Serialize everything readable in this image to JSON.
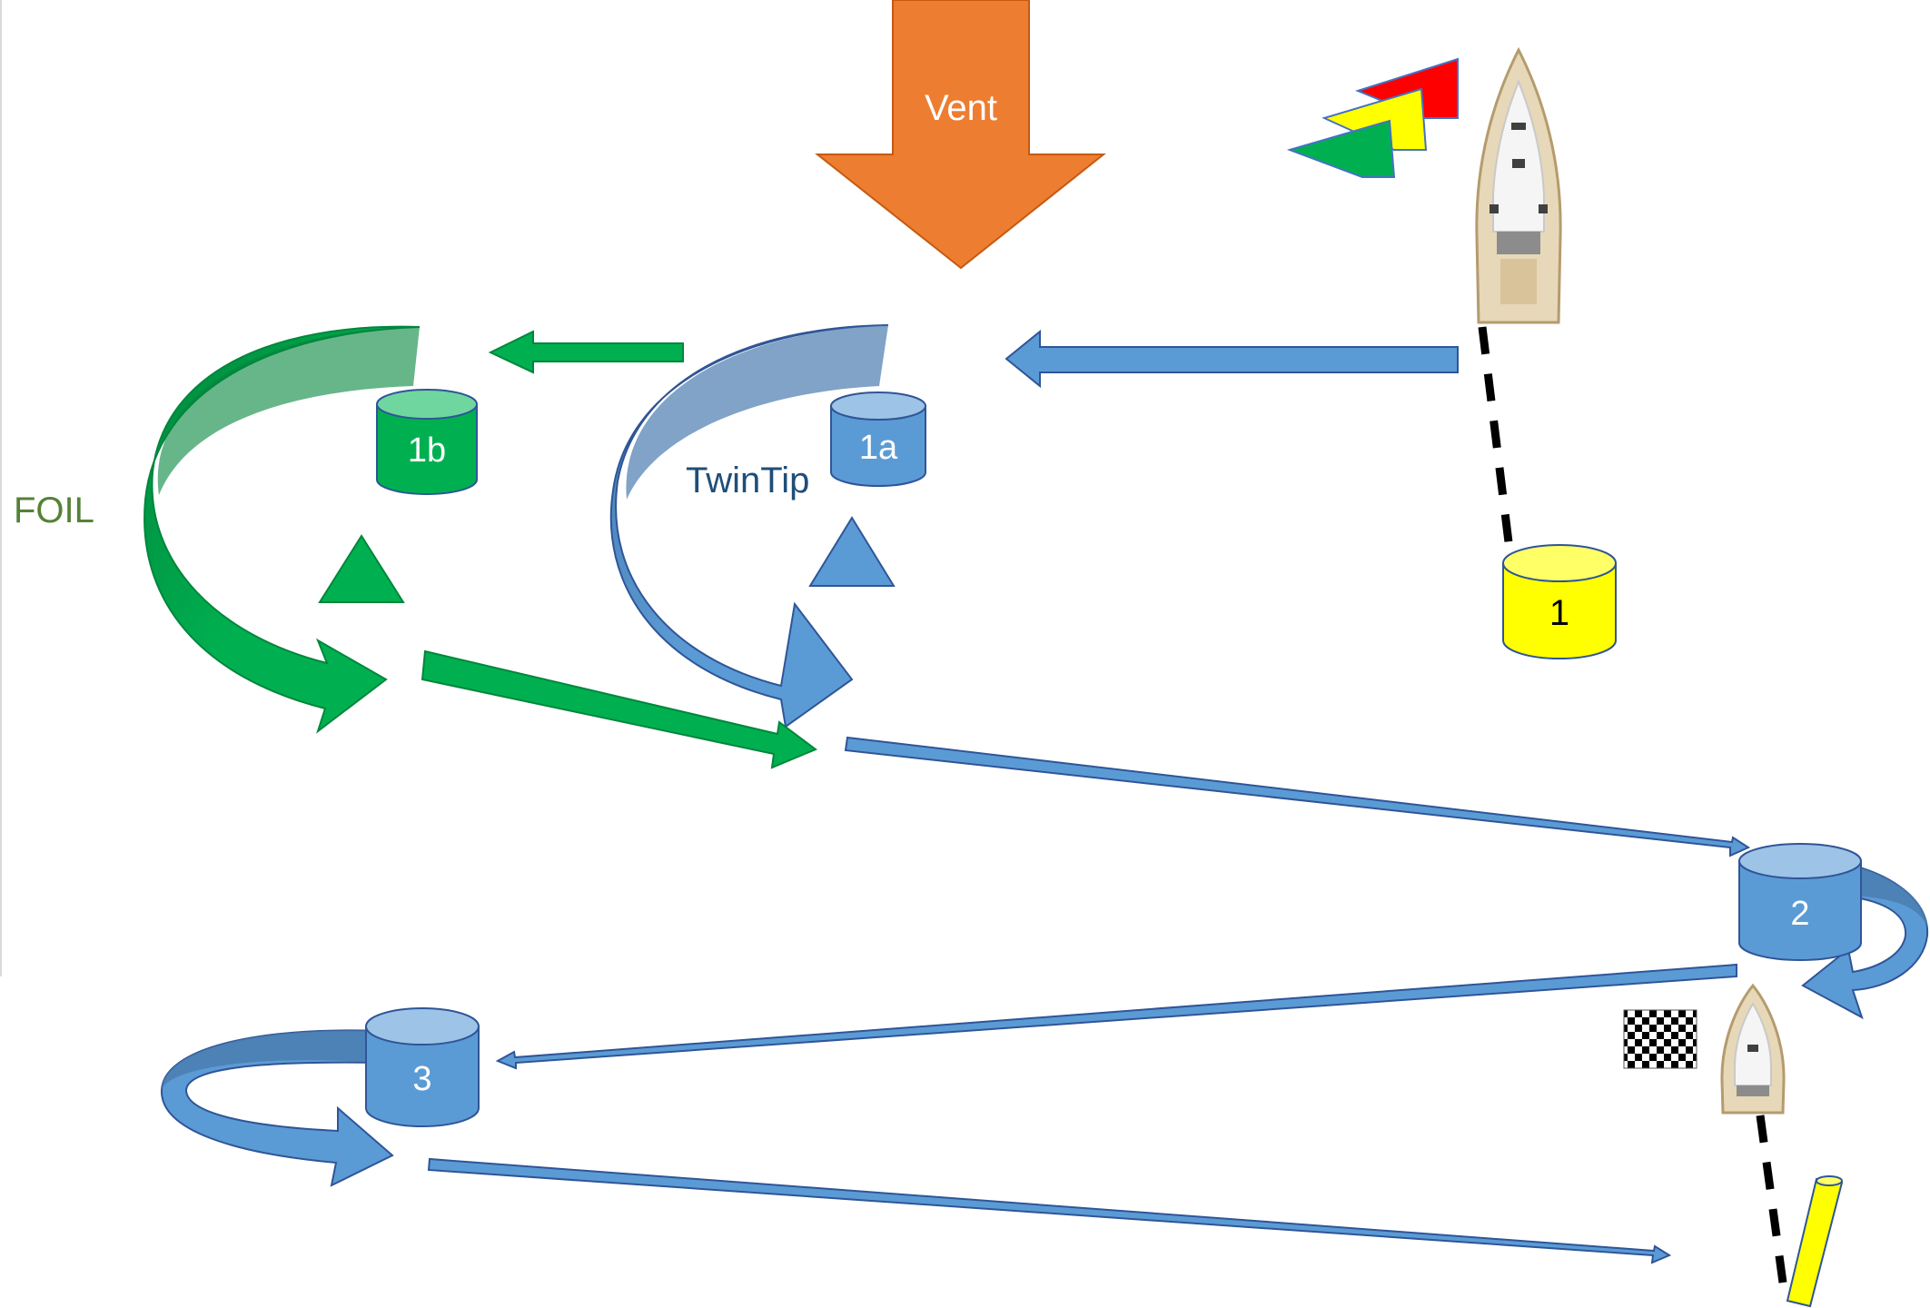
{
  "labels": {
    "wind": "Vent",
    "foil": "FOIL",
    "twintip": "TwinTip"
  },
  "marks": {
    "m1": "1",
    "m1a": "1a",
    "m1b": "1b",
    "m2": "2",
    "m3": "3"
  },
  "colors": {
    "wind_arrow": "#ED7D31",
    "foil_green": "#00B050",
    "foil_green_dark": "#00863C",
    "twintip_blue": "#5B9BD5",
    "twintip_blue_dark": "#4A7CAF",
    "mark_yellow": "#FFFF00",
    "flag_red": "#FF0000",
    "flag_yellow": "#FFFF00",
    "flag_green": "#00B050",
    "foil_text": "#548235",
    "twintip_text": "#1F4E79"
  },
  "icons": {
    "committee_boat_start": "sailboat-top-view-icon",
    "committee_boat_finish": "sailboat-top-view-icon",
    "finish_flag": "checkered-flag-icon",
    "start_flags": "signal-flags-icon",
    "finish_pin": "yellow-pin-buoy-icon"
  }
}
